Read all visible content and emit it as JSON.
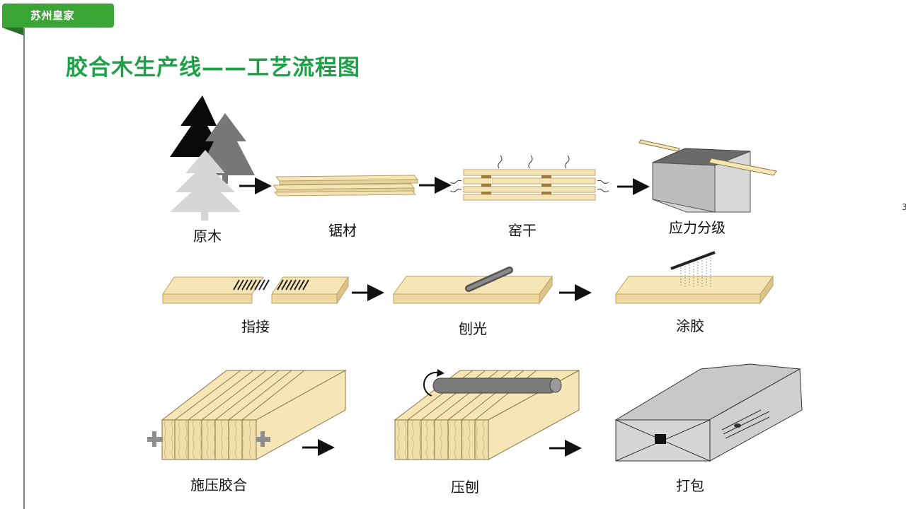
{
  "header": {
    "brand": "苏州皇家"
  },
  "page": {
    "title": "胶合木生产线——工艺流程图"
  },
  "steps": {
    "raw_log": "原木",
    "sawing": "锯材",
    "kiln_drying": "窑干",
    "stress_grading": "应力分级",
    "finger_joint": "指接",
    "planing": "刨光",
    "gluing": "涂胶",
    "press_glue": "施压胶合",
    "press_plane": "压刨",
    "packing": "打包"
  },
  "edge_glyph": "3",
  "icons": {
    "arrow": "arrow-right-icon",
    "tree": "tree-icon",
    "roller": "roller-icon",
    "package": "package-icon"
  },
  "colors": {
    "brand_green": "#3aa535",
    "title_green": "#1e9f48",
    "wood": "#f6e5b5",
    "wood_edge": "#d9c48a",
    "grey": "#8e8e8e"
  }
}
